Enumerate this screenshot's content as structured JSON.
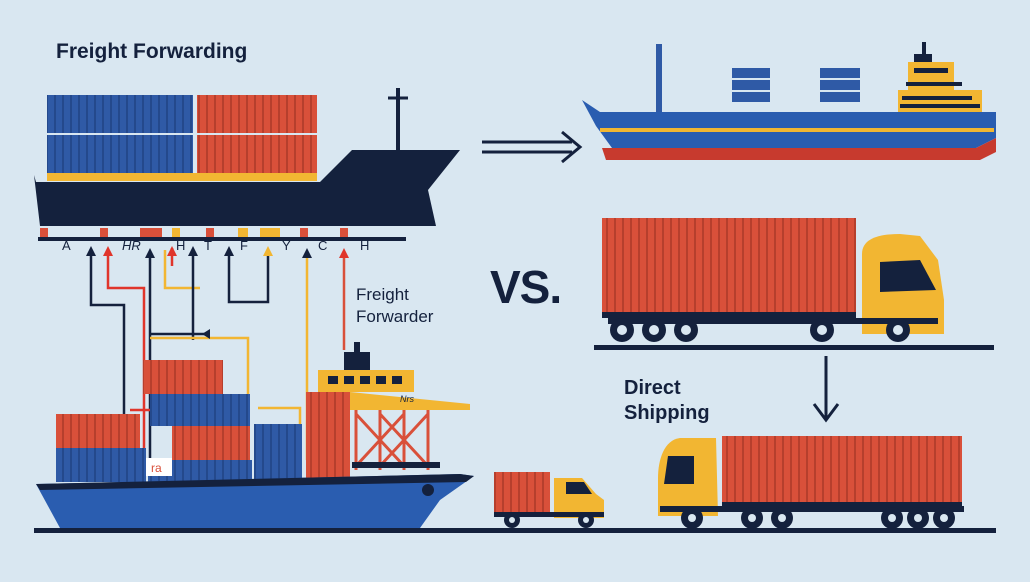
{
  "title": "Freight Forwarding",
  "forwarder_label": "Freight Forwarder",
  "versus_label": "VS.",
  "direct_label": "Direct Shipping",
  "checkpoints": [
    "A",
    "HR",
    "H",
    "T",
    "F",
    "Y",
    "C",
    "H"
  ],
  "port_tag": "ra",
  "crane_tag": "Nrs",
  "colors": {
    "background": "#d9e7f1",
    "navy": "#14213d",
    "blue_container": "#2f5aa6",
    "red_container": "#d9503a",
    "yellow": "#f2b632",
    "hull_blue": "#2a5db0",
    "hull_red": "#c73a2e"
  }
}
